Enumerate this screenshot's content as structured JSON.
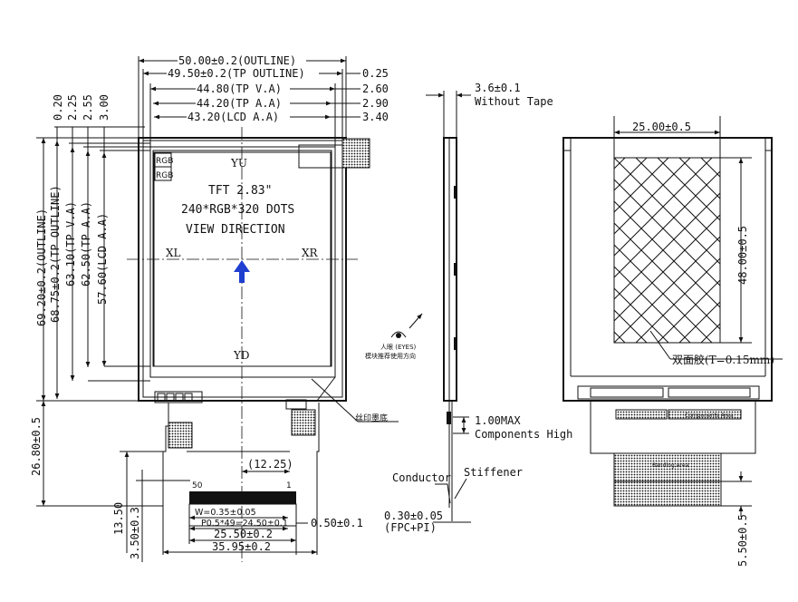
{
  "front_view": {
    "top_dims": [
      {
        "label": "50.00±0.2(OUTLINE)"
      },
      {
        "label": "49.50±0.2(TP  OUTLINE)",
        "side": "0.25"
      },
      {
        "label": "44.80(TP V.A)",
        "side": "2.60"
      },
      {
        "label": "44.20(TP A.A)",
        "side": "2.90"
      },
      {
        "label": "43.20(LCD A.A)",
        "side": "3.40"
      }
    ],
    "left_dims": [
      {
        "label": "69.20±0.2(OUTLINE)"
      },
      {
        "label": "68.75±0.2(TP OUTLINE)"
      },
      {
        "label": "63.10(TP V.A)"
      },
      {
        "label": "62.50(TP A.A)"
      },
      {
        "label": "57.60(LCD A.A)"
      }
    ],
    "top_left_small": [
      "0.20",
      "2.25",
      "2.55",
      "3.00"
    ],
    "center_text": [
      "TFT 2.83\"",
      "240*RGB*320 DOTS",
      "VIEW DIRECTION"
    ],
    "axis_labels": {
      "top": "YU",
      "bottom": "YD",
      "left": "XL",
      "right": "XR"
    },
    "rgb": [
      "RGB",
      "RGB"
    ],
    "silk_label": "丝印墨底",
    "fpc_height": "26.80±0.5",
    "pin_first": "50",
    "pin_last": "1",
    "pitch_top": "(12.25)",
    "w_label": "W=0.35±0.05",
    "pitch_label": "P0.5*49=24.50±0.1",
    "dim_2550": "25.50±0.2",
    "dim_3595": "35.95±0.2",
    "dim_050": "0.50±0.1",
    "dim_1350": "13.50",
    "dim_350": "3.50±0.3"
  },
  "side_view": {
    "thickness": "3.6±0.1",
    "thickness_note": "Without Tape",
    "comp_height": "1.00MAX",
    "comp_note": "Components High",
    "conductor": "Conductor",
    "stiffener": "Stiffener",
    "fpc_thick": "0.30±0.05",
    "fpc_note": "(FPC+PI)",
    "eye_line1": "人眼 (EYES)",
    "eye_line2": "模块推荐使用方向"
  },
  "back_view": {
    "width": "25.00±0.5",
    "height": "48.00±0.5",
    "tape": "双面胶(T=0.15mm)",
    "comp_area": "Components Area",
    "bend_area": "Banding Area",
    "bottom": "5.50±0.5"
  }
}
